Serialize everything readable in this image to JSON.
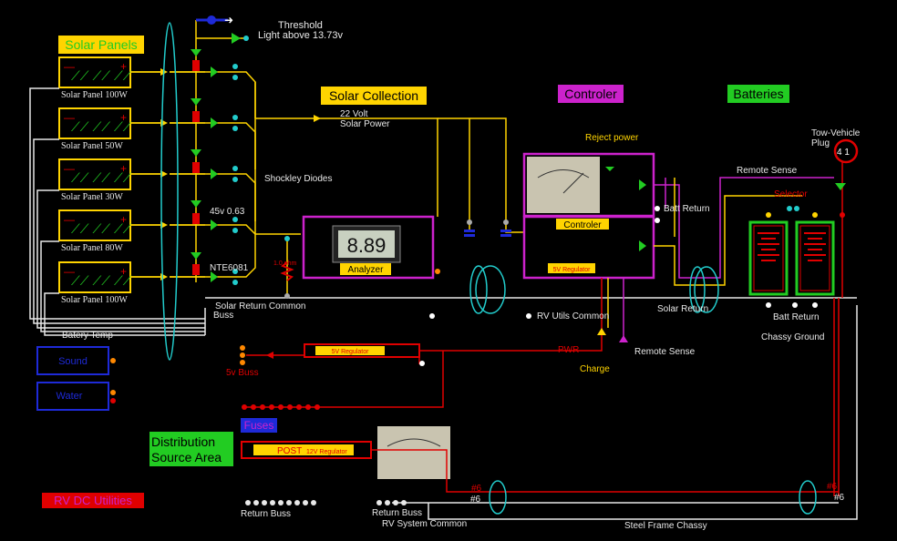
{
  "title": "RV DC Utilities",
  "sections": {
    "solar_panels": "Solar Panels",
    "solar_collection": "Solar Collection",
    "controller": "Controler",
    "batteries": "Batteries",
    "distribution": [
      "Distribution",
      "Source Area"
    ],
    "fuses": "Fuses"
  },
  "panels": [
    "Solar Panel 100W",
    "Solar Panel 50W",
    "Solar Panel 30W",
    "Solar Panel 80W",
    "Solar Panel 100W"
  ],
  "labels": {
    "threshold": "Threshold",
    "threshold_sub": "Light above 13.73v",
    "volt22": "22 Volt",
    "solar_power": "Solar Power",
    "shockley": "Shockley Diodes",
    "v45": "45v  0.63",
    "nte": "NTE6081",
    "ohm": "1.0 ohm",
    "solar_return": "Solar Return Common",
    "buss": "Buss",
    "battery_temp": "Batery Temp",
    "reject_power": "Reject power",
    "remote_sense": "Remote Sense",
    "tow_vehicle": "Tow-Vehicle",
    "plug": "Plug",
    "plug_pins": "4  1",
    "selector": "Selector",
    "batt_return": "Batt Return",
    "rv_utils_common": "RV Utils  Common",
    "solar_return2": "Solar Return",
    "chassy_ground": "Chassy Ground",
    "pwr": "PWR",
    "charge": "Charge",
    "remote_sense2": "Remote Sense",
    "v5_buss": "5v Buss",
    "return_buss": "Return Buss",
    "return_buss2": "Return Buss",
    "rv_system_common": "RV System Common",
    "steel_frame": "Steel Frame Chassy",
    "n6a": "#6",
    "n6b": "#6",
    "n6c": "#6",
    "n6d": "#6",
    "meter_display": "8.89",
    "analyzer": "Analyzer",
    "controler_box": "Controler",
    "reg5v_ctrl": "5V Regulator",
    "reg5v": "5V Regulator",
    "post": "POST",
    "reg12v": "12V Regulator",
    "sound": "Sound",
    "water": "Water"
  },
  "colors": {
    "wire": "#ffd400",
    "red": "#e00000",
    "magenta": "#cc22cc",
    "green": "#22cc22",
    "cyan": "#22cccc",
    "blue": "#1e2ad8"
  }
}
